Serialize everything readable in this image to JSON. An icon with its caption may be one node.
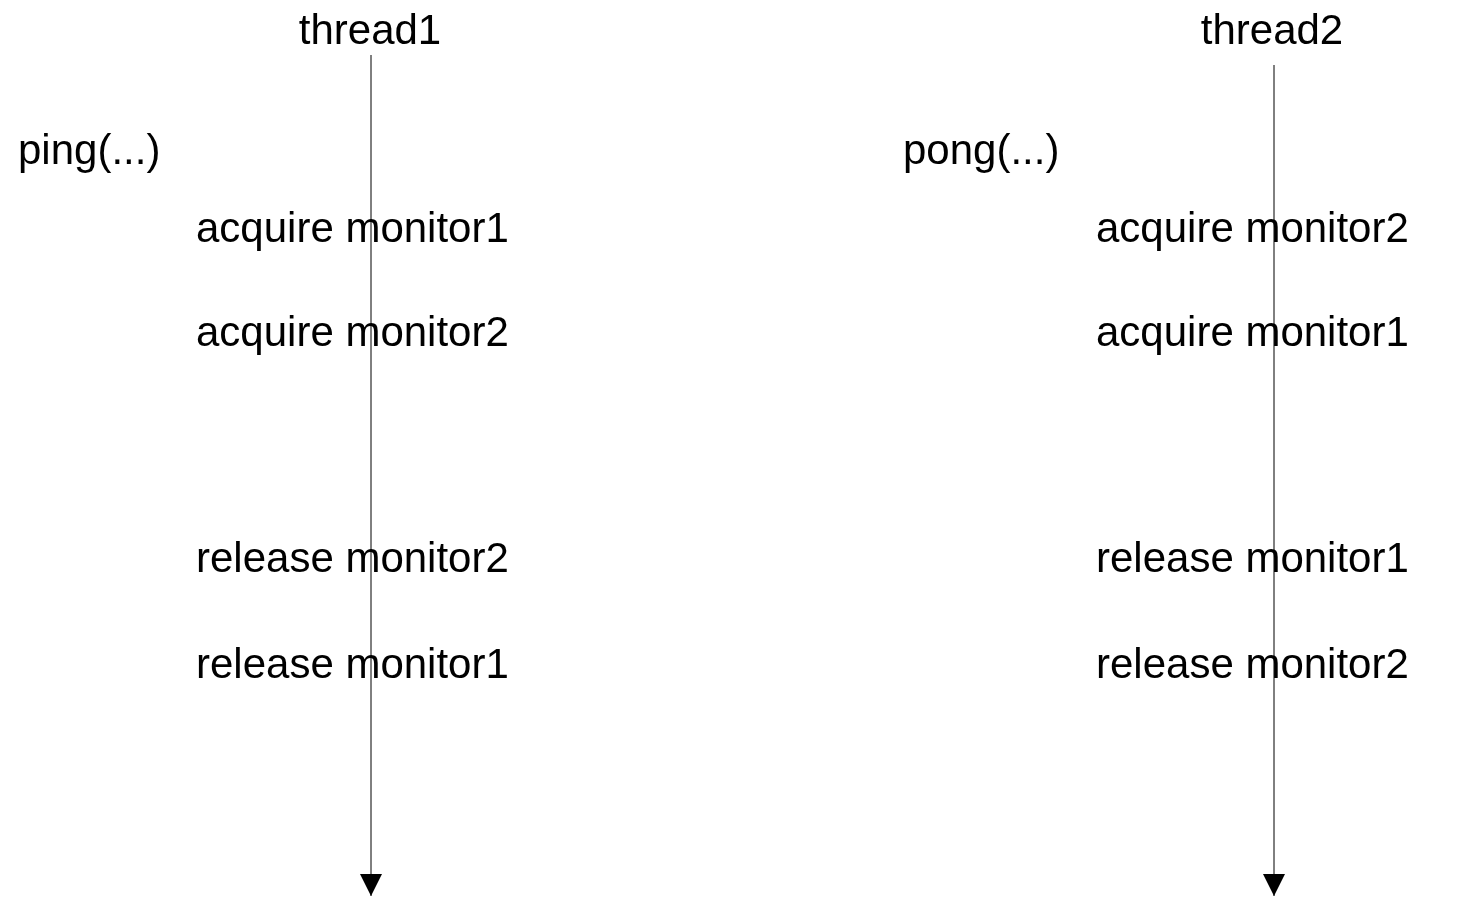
{
  "diagram": {
    "nodes": [
      {
        "text": [
          "thread1"
        ]
      },
      {
        "text": [
          "thread2"
        ]
      }
    ],
    "edges": [
      {
        "from": 0,
        "to": null,
        "arrow": "to"
      },
      {
        "from": 1,
        "to": null,
        "arrow": "to"
      }
    ],
    "labels": [
      "ping(...)",
      "pong(...)",
      "acquire monitor1",
      "acquire monitor2",
      "acquire monitor2",
      "acquire monitor1",
      "release monitor2",
      "release monitor1",
      "release monitor1",
      "release monitor2"
    ]
  }
}
